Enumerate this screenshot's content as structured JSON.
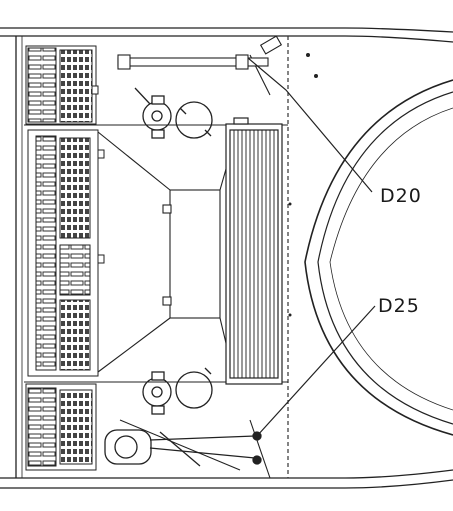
{
  "diagram": {
    "callouts": [
      {
        "id": "d20",
        "label": "D20"
      },
      {
        "id": "d25",
        "label": "D25"
      }
    ]
  }
}
